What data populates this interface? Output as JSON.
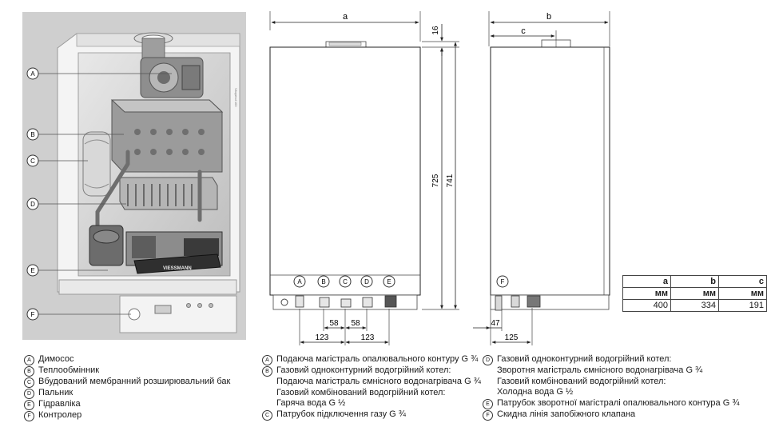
{
  "callouts": [
    "A",
    "B",
    "C",
    "D",
    "E",
    "F"
  ],
  "boiler_brand": "VIESSMANN",
  "boiler_model_tag": "Vitopend 100",
  "front_view": {
    "width_label": "a",
    "top_offset": "16",
    "height_inner": "725",
    "height_total": "741",
    "connections": [
      "A",
      "B",
      "C",
      "D",
      "E"
    ],
    "spacing": [
      "123",
      "58",
      "58",
      "123"
    ]
  },
  "side_view": {
    "depth_label": "b",
    "flue_offset_label": "c",
    "connection": "F",
    "spacing": [
      "47",
      "125"
    ]
  },
  "dimensions_table": {
    "headers": [
      [
        "a",
        "мм"
      ],
      [
        "b",
        "мм"
      ],
      [
        "c",
        "мм"
      ]
    ],
    "values": [
      "400",
      "334",
      "191"
    ]
  },
  "legend_left": [
    {
      "key": "A",
      "text": "Димосос"
    },
    {
      "key": "B",
      "text": "Теплообмінник"
    },
    {
      "key": "C",
      "text": "Вбудований мембранний розширювальний бак"
    },
    {
      "key": "D",
      "text": "Пальник"
    },
    {
      "key": "E",
      "text": "Гідравліка"
    },
    {
      "key": "F",
      "text": "Контролер"
    }
  ],
  "legend_mid": [
    {
      "key": "A",
      "lines": [
        "Подаюча магістраль опалювального контуру G ¾"
      ]
    },
    {
      "key": "B",
      "lines": [
        "Газовий одноконтурний водогрійний котел:",
        "Подаюча магістраль ємнісного водонагрівача G ¾",
        "Газовий комбінований водогрійний котел:",
        "Гаряча вода G ½"
      ]
    },
    {
      "key": "C",
      "lines": [
        "Патрубок підключення газу G ¾"
      ]
    }
  ],
  "legend_right": [
    {
      "key": "D",
      "lines": [
        "Газовий одноконтурний водогрійний котел:",
        "Зворотня магістраль ємнісного водонагрівача G ¾",
        "Газовий комбінований водогрійний котел:",
        "Холодна вода G ½"
      ]
    },
    {
      "key": "E",
      "lines": [
        "Патрубок зворотної магістралі опалювального контура G ¾"
      ]
    },
    {
      "key": "F",
      "lines": [
        "Скидна лінія запобіжного клапана"
      ]
    }
  ]
}
